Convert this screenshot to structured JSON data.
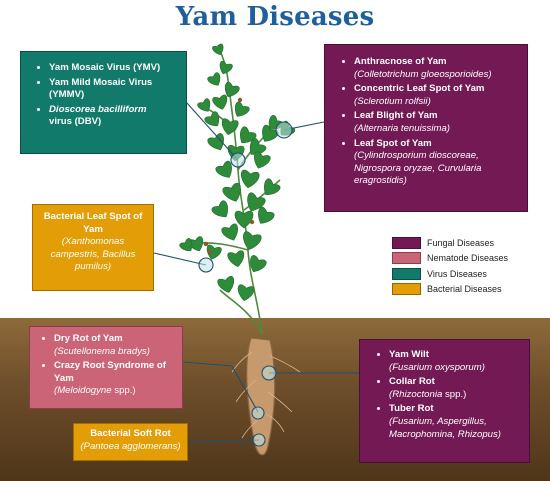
{
  "title": "Yam Diseases",
  "colors": {
    "fungal": "#731a55",
    "nematode": "#cc6477",
    "virus": "#117a6a",
    "bacterial": "#e29d07",
    "title": "#1f5f9c",
    "soil": "#6f4f2b",
    "leaf": "#2e8b3a"
  },
  "virus_box": {
    "items": [
      {
        "name": "Yam Mosaic Virus (YMV)"
      },
      {
        "name": "Yam Mild Mosaic Virus (YMMV)"
      },
      {
        "name": "Dioscorea bacilliform",
        "name2": "virus (DBV)"
      }
    ]
  },
  "fungal_box": {
    "items": [
      {
        "name": "Anthracnose of Yam",
        "pathogen": "(Colletotrichum gloeosporioides)"
      },
      {
        "name": "Concentric Leaf Spot of Yam",
        "pathogen": "(Sclerotium rolfsii)"
      },
      {
        "name": "Leaf Blight of Yam",
        "pathogen": "(Alternaria tenuissima)"
      },
      {
        "name": "Leaf Spot of Yam",
        "pathogen": "(Cylindrosporium dioscoreae, Nigrospora oryzae, Curvularia eragrostidis)"
      }
    ]
  },
  "bacterial_leaf": {
    "name": "Bacterial Leaf Spot of Yam",
    "pathogen": "(Xanthomonas campestris, Bacillus pumilus)"
  },
  "nematode_box": {
    "items": [
      {
        "name": "Dry Rot of Yam",
        "pathogen": "(Scutellonema bradys)"
      },
      {
        "name": "Crazy Root Syndrome of Yam",
        "pathogen_italic": "(Meloidogyne",
        "pathogen_rest": " spp.)"
      }
    ]
  },
  "soft_rot": {
    "name": "Bacterial Soft Rot",
    "pathogen": "(Pantoea agglomerans)"
  },
  "root_fungal_box": {
    "items": [
      {
        "name": "Yam Wilt",
        "pathogen_italic": "(Fusarium oxysporum)",
        "pathogen_rest": ""
      },
      {
        "name": "Collar Rot",
        "pathogen_italic": "(Rhizoctonia",
        "pathogen_rest": " spp.)"
      },
      {
        "name": "Tuber Rot",
        "pathogen_italic": "(Fusarium, Aspergillus, Macrophomina, Rhizopus)",
        "pathogen_rest": ""
      }
    ]
  },
  "legend": [
    {
      "label": "Fungal Diseases",
      "color": "#731a55"
    },
    {
      "label": "Nematode Diseases",
      "color": "#cc6477"
    },
    {
      "label": "Virus Diseases",
      "color": "#117a6a"
    },
    {
      "label": "Bacterial Diseases",
      "color": "#e29d07"
    }
  ]
}
